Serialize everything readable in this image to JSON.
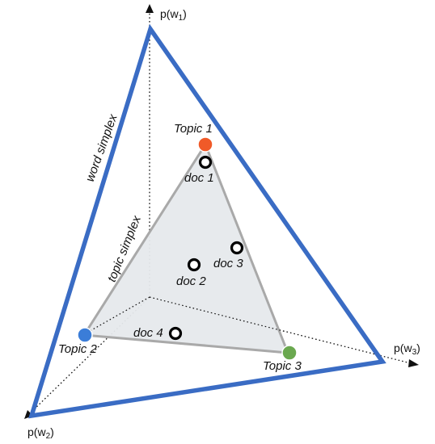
{
  "axes": {
    "w1": "p(w1)",
    "w2": "p(w2)",
    "w3": "p(w3)"
  },
  "simplex_labels": {
    "word": "word simplex",
    "topic": "topic simplex"
  },
  "topics": [
    {
      "label": "Topic 1",
      "color": "#f05a28"
    },
    {
      "label": "Topic 2",
      "color": "#3b7dd8"
    },
    {
      "label": "Topic 3",
      "color": "#6aa84f"
    }
  ],
  "docs": [
    {
      "label": "doc 1"
    },
    {
      "label": "doc 2"
    },
    {
      "label": "doc 3"
    },
    {
      "label": "doc 4"
    }
  ],
  "colors": {
    "word_simplex": "#3a6cc4",
    "topic_simplex_fill": "#e6e9ec",
    "topic_simplex_edge": "#a9a9a9"
  }
}
